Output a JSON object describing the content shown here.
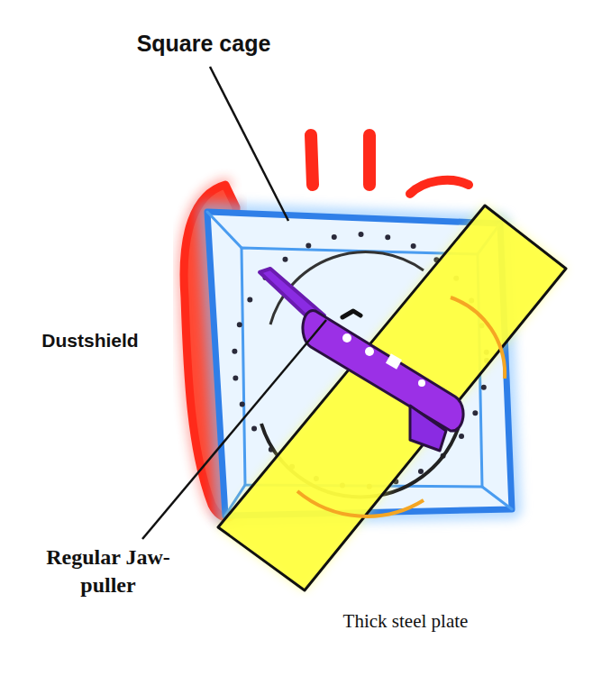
{
  "diagram": {
    "labels": [
      "Square cage",
      "Dustshield",
      "Regular Jaw-puller",
      "Thick steel plate"
    ]
  }
}
